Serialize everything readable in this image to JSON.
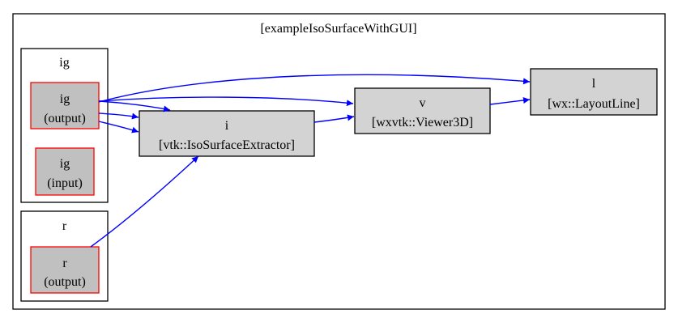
{
  "graph": {
    "title": "[exampleIsoSurfaceWithGUI]",
    "edge_color": "#0000ff",
    "cluster_border_color": "#000000",
    "port_border_color": "#ff0000",
    "port_fill_color": "#c0c0c0",
    "node_fill_color": "#d3d3d3",
    "clusters": {
      "ig": {
        "label": "ig",
        "ports": {
          "output": {
            "line1": "ig",
            "line2": "(output)"
          },
          "input": {
            "line1": "ig",
            "line2": "(input)"
          }
        }
      },
      "r": {
        "label": "r",
        "ports": {
          "output": {
            "line1": "r",
            "line2": "(output)"
          }
        }
      }
    },
    "nodes": {
      "i": {
        "line1": "i",
        "line2": "[vtk::IsoSurfaceExtractor]"
      },
      "v": {
        "line1": "v",
        "line2": "[wxvtk::Viewer3D]"
      },
      "l": {
        "line1": "l",
        "line2": "[wx::LayoutLine]"
      }
    },
    "edges": [
      {
        "from": "ig (output)",
        "to": "l"
      },
      {
        "from": "ig (output)",
        "to": "v"
      },
      {
        "from": "ig (output)",
        "to": "i"
      },
      {
        "from": "ig (output)",
        "to": "i"
      },
      {
        "from": "ig (output)",
        "to": "i"
      },
      {
        "from": "r (output)",
        "to": "i"
      },
      {
        "from": "i",
        "to": "v"
      },
      {
        "from": "v",
        "to": "l"
      }
    ]
  }
}
